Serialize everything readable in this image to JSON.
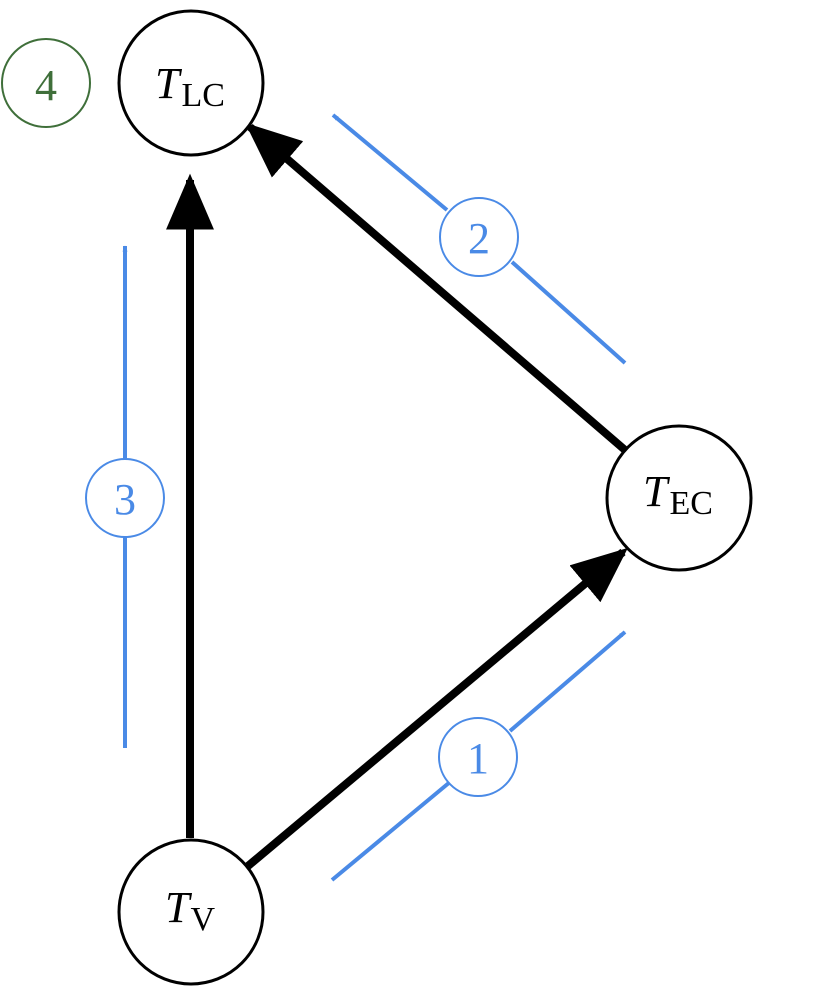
{
  "nodes": {
    "lc": {
      "main": "T",
      "sub": "LC"
    },
    "ec": {
      "main": "T",
      "sub": "EC"
    },
    "v": {
      "main": "T",
      "sub": "V"
    }
  },
  "steps": {
    "one": "1",
    "two": "2",
    "three": "3",
    "four": "4"
  },
  "colors": {
    "graph": "#000000",
    "path": "#4a8ae6",
    "final": "#3f6f3a"
  }
}
